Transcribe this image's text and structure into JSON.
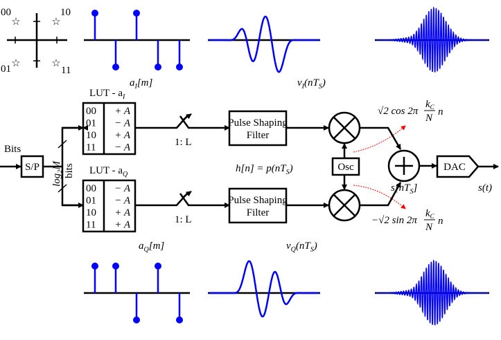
{
  "constellation": {
    "labels": [
      "00",
      "10",
      "01",
      "11"
    ],
    "marker": "star-icon"
  },
  "labels": {
    "bits": "Bits",
    "sp": "S/P",
    "log2m": "log₂M",
    "bits_vertical": "bits",
    "lut_i": "LUT - a",
    "lut_i_sub": "I",
    "lut_q": "LUT - a",
    "lut_q_sub": "Q",
    "upsample_i": "1: L",
    "upsample_q": "1: L",
    "psf_i_line1": "Pulse Shaping",
    "psf_i_line2": "Filter",
    "psf_q_line1": "Pulse Shaping",
    "psf_q_line2": "Filter",
    "h_eq": "h[n] = p(nT",
    "h_eq_sub": "S",
    "osc": "Osc",
    "dac": "DAC",
    "s_n": "s[nT",
    "s_n_sub": "S",
    "s_t": "s(t)",
    "cos_pre": "√2 cos 2π",
    "sin_pre": "−√2 sin 2π",
    "frac_num": "k",
    "frac_num_sub": "C",
    "frac_den": "N",
    "frac_n": "n",
    "a_i": "a",
    "a_i_sub": "I",
    "a_i_arg": "[m]",
    "a_q": "a",
    "a_q_sub": "Q",
    "a_q_arg": "[m]",
    "v_i": "v",
    "v_i_sub": "I",
    "v_i_arg": "(nT",
    "v_q": "v",
    "v_q_sub": "Q",
    "v_q_arg": "(nT",
    "ts_sub": "S",
    "close": ")"
  },
  "lut_i": [
    [
      "00",
      "+ A"
    ],
    [
      "01",
      "− A"
    ],
    [
      "10",
      "+ A"
    ],
    [
      "11",
      "− A"
    ]
  ],
  "lut_q": [
    [
      "00",
      "− A"
    ],
    [
      "01",
      "− A"
    ],
    [
      "10",
      "+ A"
    ],
    [
      "11",
      "+ A"
    ]
  ],
  "symbols_i": [
    1,
    -1,
    1,
    -1,
    -1
  ],
  "symbols_q": [
    1,
    1,
    -1,
    1,
    -1
  ],
  "colors": {
    "signal": "#0000ff",
    "mixing": "#ff0000",
    "line": "#000000"
  }
}
